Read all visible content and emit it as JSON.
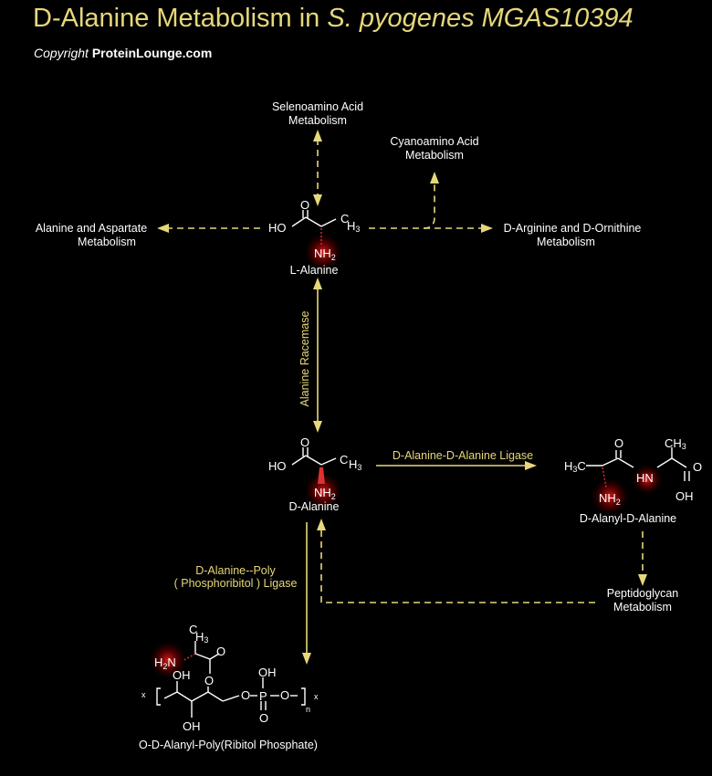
{
  "title": {
    "prefix": "D-Alanine Metabolism in ",
    "organism": "S. pyogenes MGAS10394"
  },
  "copyright": {
    "prefix": "Copyright",
    "site": "ProteinLounge.com"
  },
  "pathways": {
    "selenoamino": [
      "Selenoamino Acid",
      "Metabolism"
    ],
    "cyanoamino": [
      "Cyanoamino Acid",
      "Metabolism"
    ],
    "alanine_aspartate": [
      "Alanine and Aspartate",
      "Metabolism"
    ],
    "arginine_ornithine": [
      "D-Arginine and D-Ornithine",
      "Metabolism"
    ],
    "peptidoglycan": [
      "Peptidoglycan",
      "Metabolism"
    ]
  },
  "compounds": {
    "l_alanine": "L-Alanine",
    "d_alanine": "D-Alanine",
    "d_alanyl_d_alanine": "D-Alanyl-D-Alanine",
    "poly_ribitol": "O-D-Alanyl-Poly(Ribitol Phosphate)"
  },
  "enzymes": {
    "racemase": "Alanine Racemase",
    "ligase": "D-Alanine-D-Alanine Ligase",
    "poly_ligase": [
      "D-Alanine--Poly",
      "( Phosphoribitol ) Ligase"
    ]
  },
  "atoms": {
    "O": "O",
    "HO": "HO",
    "OH": "OH",
    "C": "C",
    "H": "H",
    "H3": "H3",
    "NH": "NH",
    "HN": "HN",
    "H2N": "H2N",
    "P": "P",
    "x": "x",
    "n": "n",
    "3": "3",
    "2": "2",
    "N": "N"
  },
  "colors": {
    "title": "#e6d77a",
    "arrow": "#e6d77a",
    "amine_highlight": "#e03030",
    "background": "#000000"
  }
}
